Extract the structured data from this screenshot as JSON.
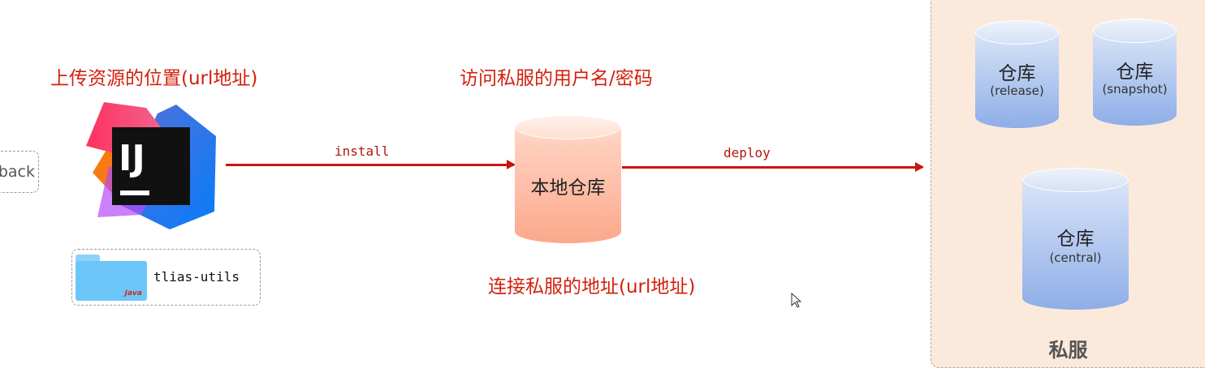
{
  "labels": {
    "upload_location": "上传资源的位置(url地址)",
    "credentials": "访问私服的用户名/密码",
    "connect_address": "连接私服的地址(url地址)"
  },
  "back_button": "back",
  "project": {
    "name": "tlias-utils",
    "folder_badge": "Java"
  },
  "arrows": {
    "install": "install",
    "deploy": "deploy"
  },
  "local_repo": "本地仓库",
  "private_server": {
    "title": "私服",
    "repos": [
      {
        "name": "仓库",
        "type": "(release)"
      },
      {
        "name": "仓库",
        "type": "(snapshot)"
      },
      {
        "name": "仓库",
        "type": "(central)"
      }
    ]
  },
  "logo": {
    "text": "IJ"
  },
  "colors": {
    "accent_red": "#d2200e",
    "panel_bg": "#fbeadb"
  }
}
